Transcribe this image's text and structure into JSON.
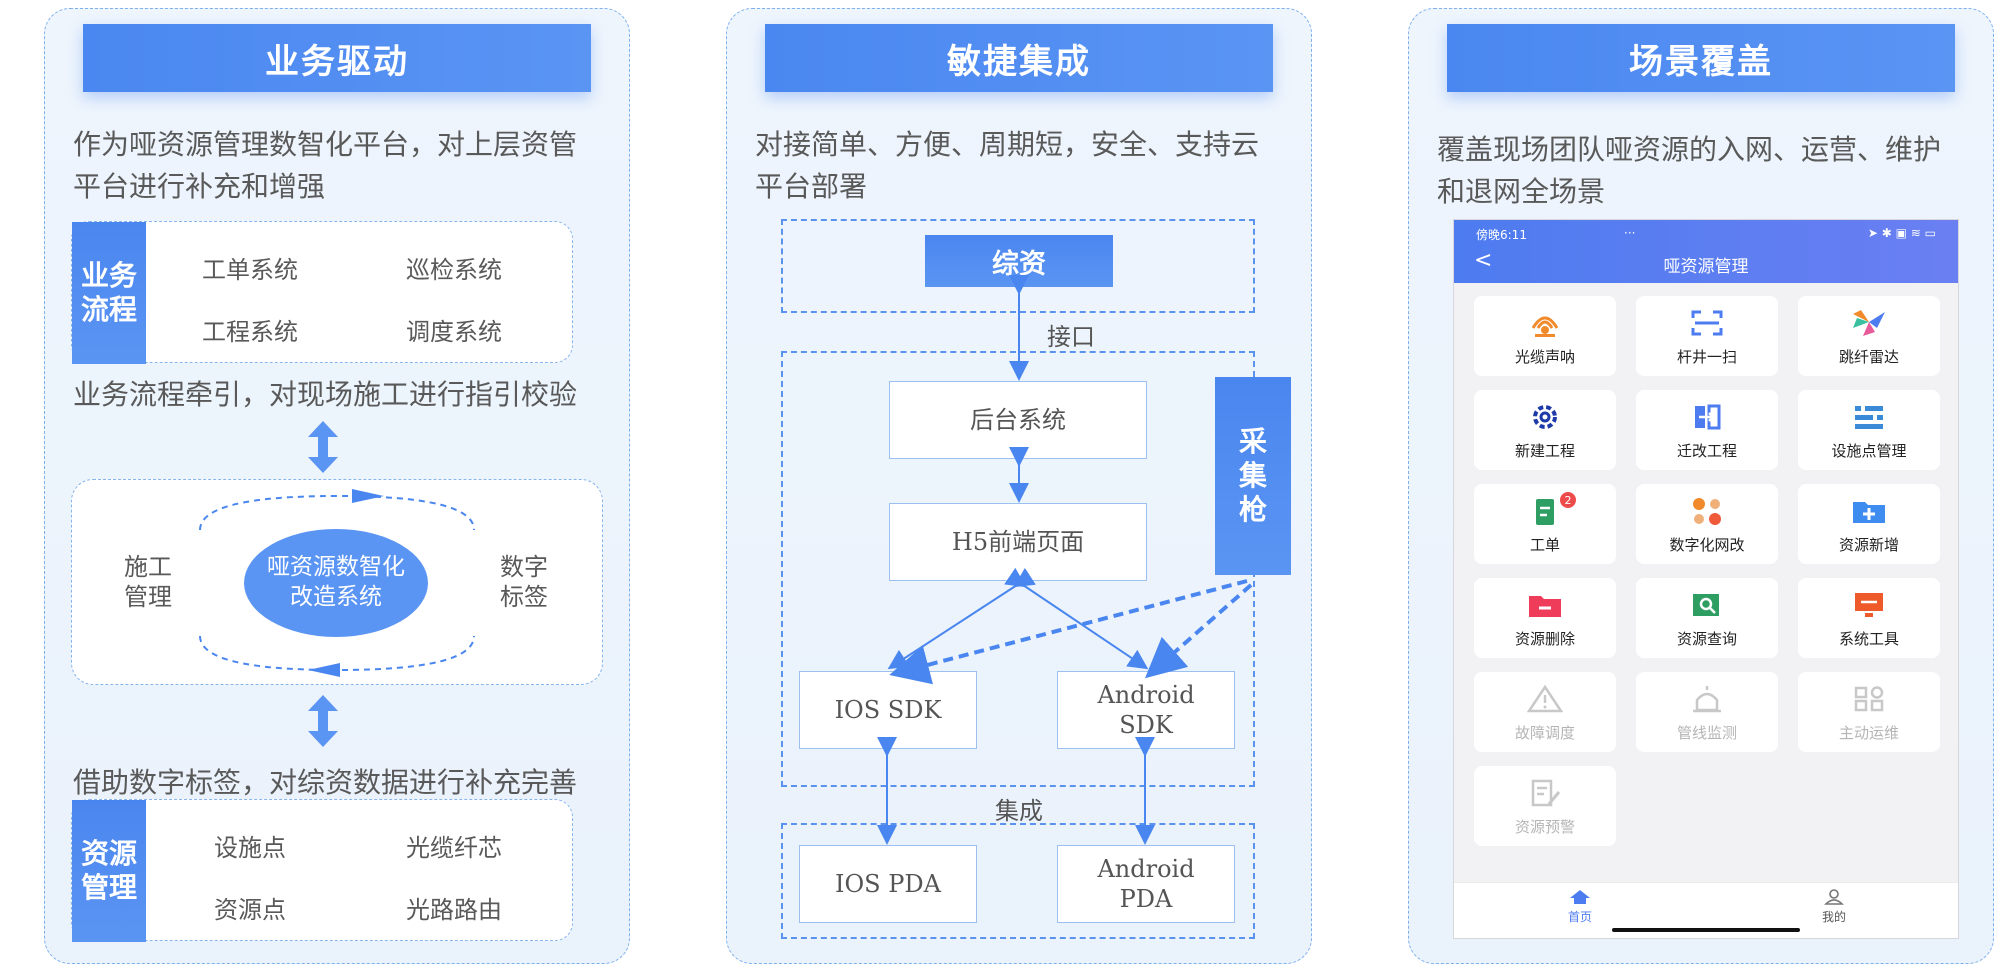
{
  "panel1": {
    "title": "业务驱动",
    "desc": "作为哑资源管理数智化平台，对上层资管平台进行补充和增强",
    "business": {
      "tag": "业务流程",
      "items": [
        "工单系统",
        "巡检系统",
        "工程系统",
        "调度系统"
      ]
    },
    "line1": "业务流程牵引，对现场施工进行指引校验",
    "cycle": {
      "left": "施工管理",
      "center": "哑资源数智化改造系统",
      "right": "数字标签"
    },
    "line2": "借助数字标签，对综资数据进行补充完善",
    "resource": {
      "tag": "资源管理",
      "items": [
        "设施点",
        "光缆纤芯",
        "资源点",
        "光路路由"
      ]
    }
  },
  "panel2": {
    "title": "敏捷集成",
    "desc": "对接简单、方便、周期短，安全、支持云平台部署",
    "top_block": "综资",
    "interface_label": "接口",
    "backend": "后台系统",
    "h5": "H5前端页面",
    "side_block": "采集枪",
    "ios_sdk": "IOS SDK",
    "android_sdk": "Android SDK",
    "integrate_label": "集成",
    "ios_pda": "IOS PDA",
    "android_pda": "Android PDA"
  },
  "panel3": {
    "title": "场景覆盖",
    "desc": "覆盖现场团队哑资源的入网、运营、维护和退网全场景",
    "phone": {
      "status_time": "傍晚6:11",
      "status_dots": "···",
      "header_title": "哑资源管理",
      "back_symbol": "<",
      "tiles": [
        {
          "label": "光缆声呐",
          "icon": "sonar-icon",
          "enabled": true
        },
        {
          "label": "杆井一扫",
          "icon": "scan-icon",
          "enabled": true
        },
        {
          "label": "跳纤雷达",
          "icon": "radar-icon",
          "enabled": true
        },
        {
          "label": "新建工程",
          "icon": "gear-icon",
          "enabled": true
        },
        {
          "label": "迁改工程",
          "icon": "migrate-icon",
          "enabled": true
        },
        {
          "label": "设施点管理",
          "icon": "facility-icon",
          "enabled": true
        },
        {
          "label": "工单",
          "icon": "clipboard-icon",
          "enabled": true,
          "badge": "2"
        },
        {
          "label": "数字化网改",
          "icon": "dots-icon",
          "enabled": true
        },
        {
          "label": "资源新增",
          "icon": "folder-add-icon",
          "enabled": true
        },
        {
          "label": "资源删除",
          "icon": "folder-remove-icon",
          "enabled": true
        },
        {
          "label": "资源查询",
          "icon": "search-icon",
          "enabled": true
        },
        {
          "label": "系统工具",
          "icon": "monitor-icon",
          "enabled": true
        },
        {
          "label": "故障调度",
          "icon": "warning-icon",
          "enabled": false
        },
        {
          "label": "管线监测",
          "icon": "alarm-icon",
          "enabled": false
        },
        {
          "label": "主动运维",
          "icon": "grid-icon",
          "enabled": false
        },
        {
          "label": "资源预警",
          "icon": "edit-doc-icon",
          "enabled": false
        }
      ],
      "tab_home": "首页",
      "tab_mine": "我的"
    }
  },
  "colors": {
    "accent": "#4a86ef",
    "panel_bg": "#eaf2fc",
    "border": "#7fb0ee"
  }
}
